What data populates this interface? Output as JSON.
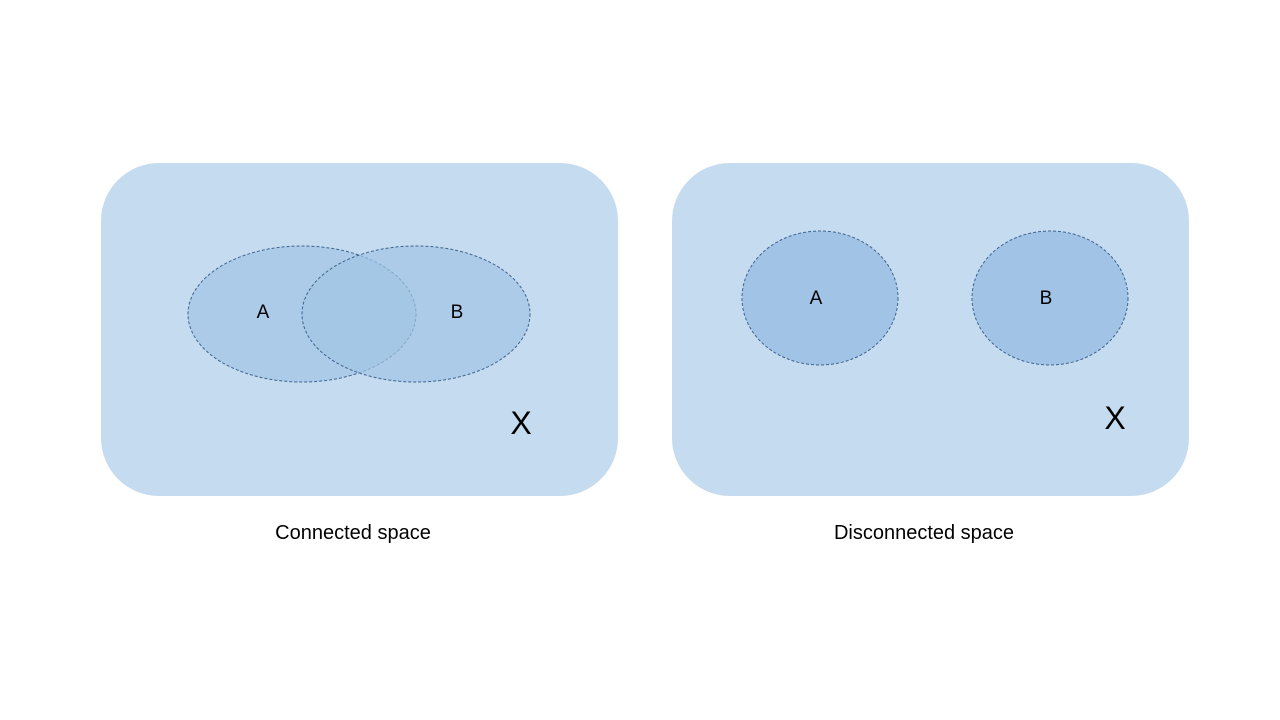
{
  "colors": {
    "panel": "#c5dbef",
    "ellipse_fill": "#a1c4e6",
    "ellipse_stroke": "#3f6390",
    "text": "#000000",
    "background": "#ffffff"
  },
  "panels": [
    {
      "set_a_label": "A",
      "set_b_label": "B",
      "space_label": "X",
      "caption": "Connected space"
    },
    {
      "set_a_label": "A",
      "set_b_label": "B",
      "space_label": "X",
      "caption": "Disconnected space"
    }
  ]
}
